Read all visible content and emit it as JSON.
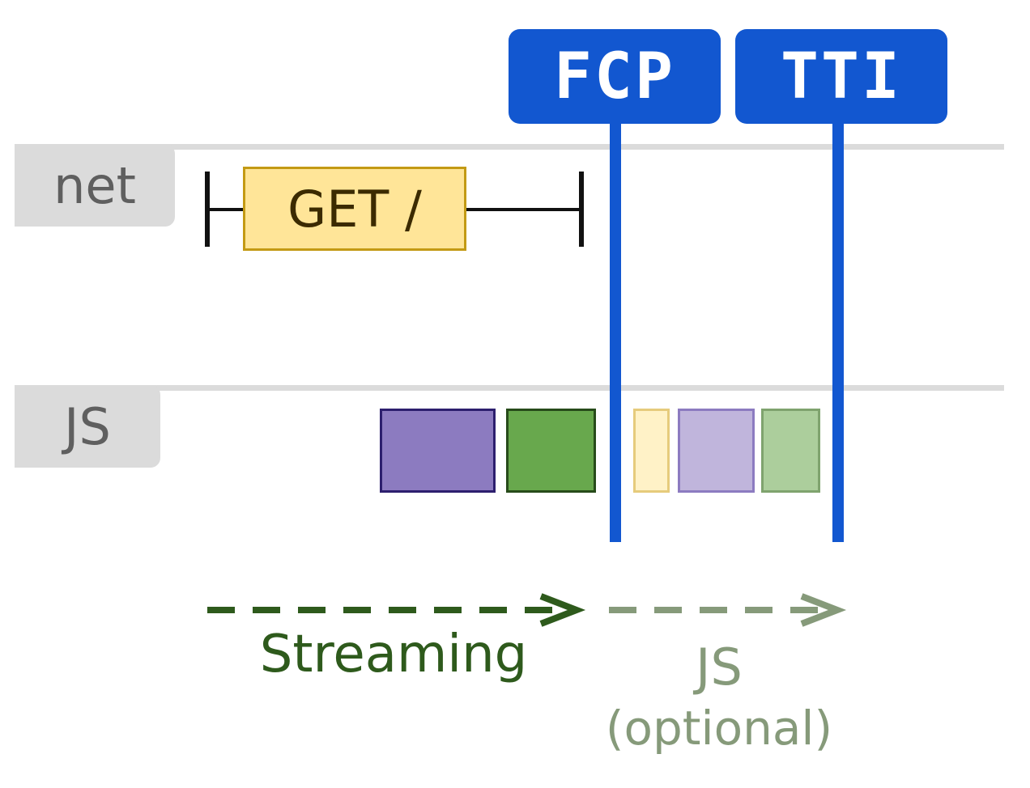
{
  "lanes": {
    "net": "net",
    "js": "JS"
  },
  "markers": {
    "fcp": "FCP",
    "tti": "TTI"
  },
  "request": {
    "label": "GET /"
  },
  "phases": {
    "streaming": "Streaming",
    "js": "JS",
    "js_note": "(optional)"
  },
  "colors": {
    "marker_blue": "#1257d0",
    "lane_gray": "#dbdbdb",
    "get_fill": "#ffe598",
    "get_border": "#c39a14",
    "purple": "#8c7bc0",
    "purple_border": "#2d1f6e",
    "green": "#68a84d",
    "green_border": "#274b1a",
    "faded_yellow": "#fff2c7",
    "faded_purple": "#c0b5dc",
    "faded_green": "#acce9c",
    "streaming_text": "#2e5a1c",
    "js_text": "#869a7a"
  }
}
